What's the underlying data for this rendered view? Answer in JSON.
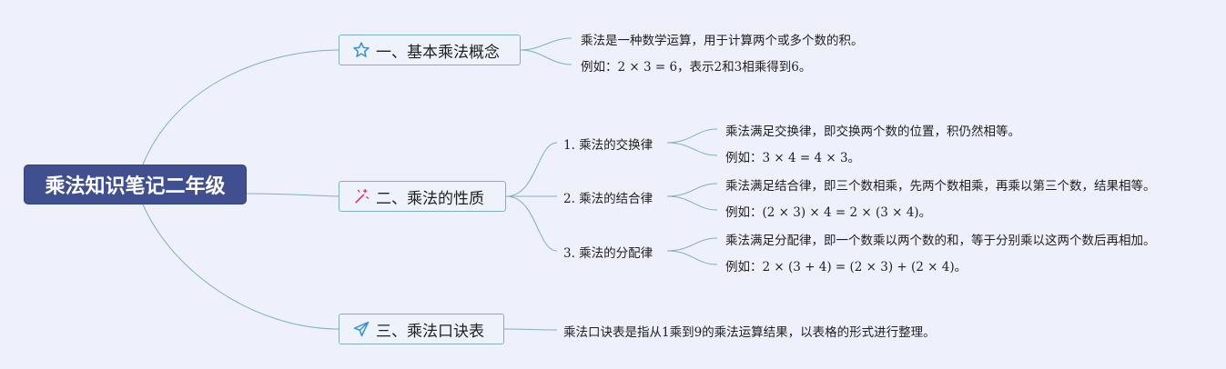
{
  "root": {
    "title": "乘法知识笔记二年级"
  },
  "branches": [
    {
      "label": "一、基本乘法概念",
      "icon": "star-icon",
      "leaves": [
        "乘法是一种数学运算，用于计算两个或多个数的积。",
        "例如：2 × 3 = 6，表示2和3相乘得到6。"
      ]
    },
    {
      "label": "二、乘法的性质",
      "icon": "magic-wand-icon",
      "subs": [
        {
          "label": "1. 乘法的交换律",
          "leaves": [
            "乘法满足交换律，即交换两个数的位置，积仍然相等。",
            "例如：3 × 4 = 4 × 3。"
          ]
        },
        {
          "label": "2. 乘法的结合律",
          "leaves": [
            "乘法满足结合律，即三个数相乘，先两个数相乘，再乘以第三个数，结果相等。",
            "例如：(2 × 3) × 4 = 2 × (3 × 4)。"
          ]
        },
        {
          "label": "3. 乘法的分配律",
          "leaves": [
            "乘法满足分配律，即一个数乘以两个数的和，等于分别乘以这两个数后再相加。",
            "例如：2 × (3 + 4) = (2 × 3) + (2 × 4)。"
          ]
        }
      ]
    },
    {
      "label": "三、乘法口诀表",
      "icon": "paper-plane-icon",
      "leaves": [
        "乘法口诀表是指从1乘到9的乘法运算结果，以表格的形式进行整理。"
      ]
    }
  ],
  "colors": {
    "background": "#eef0fc",
    "root_fill": "#3f4f8f",
    "connector": "#7fb0bf",
    "star_icon": "#3a8fd8",
    "wand_icon": "#e0356a",
    "plane_icon": "#3a8fd8"
  }
}
